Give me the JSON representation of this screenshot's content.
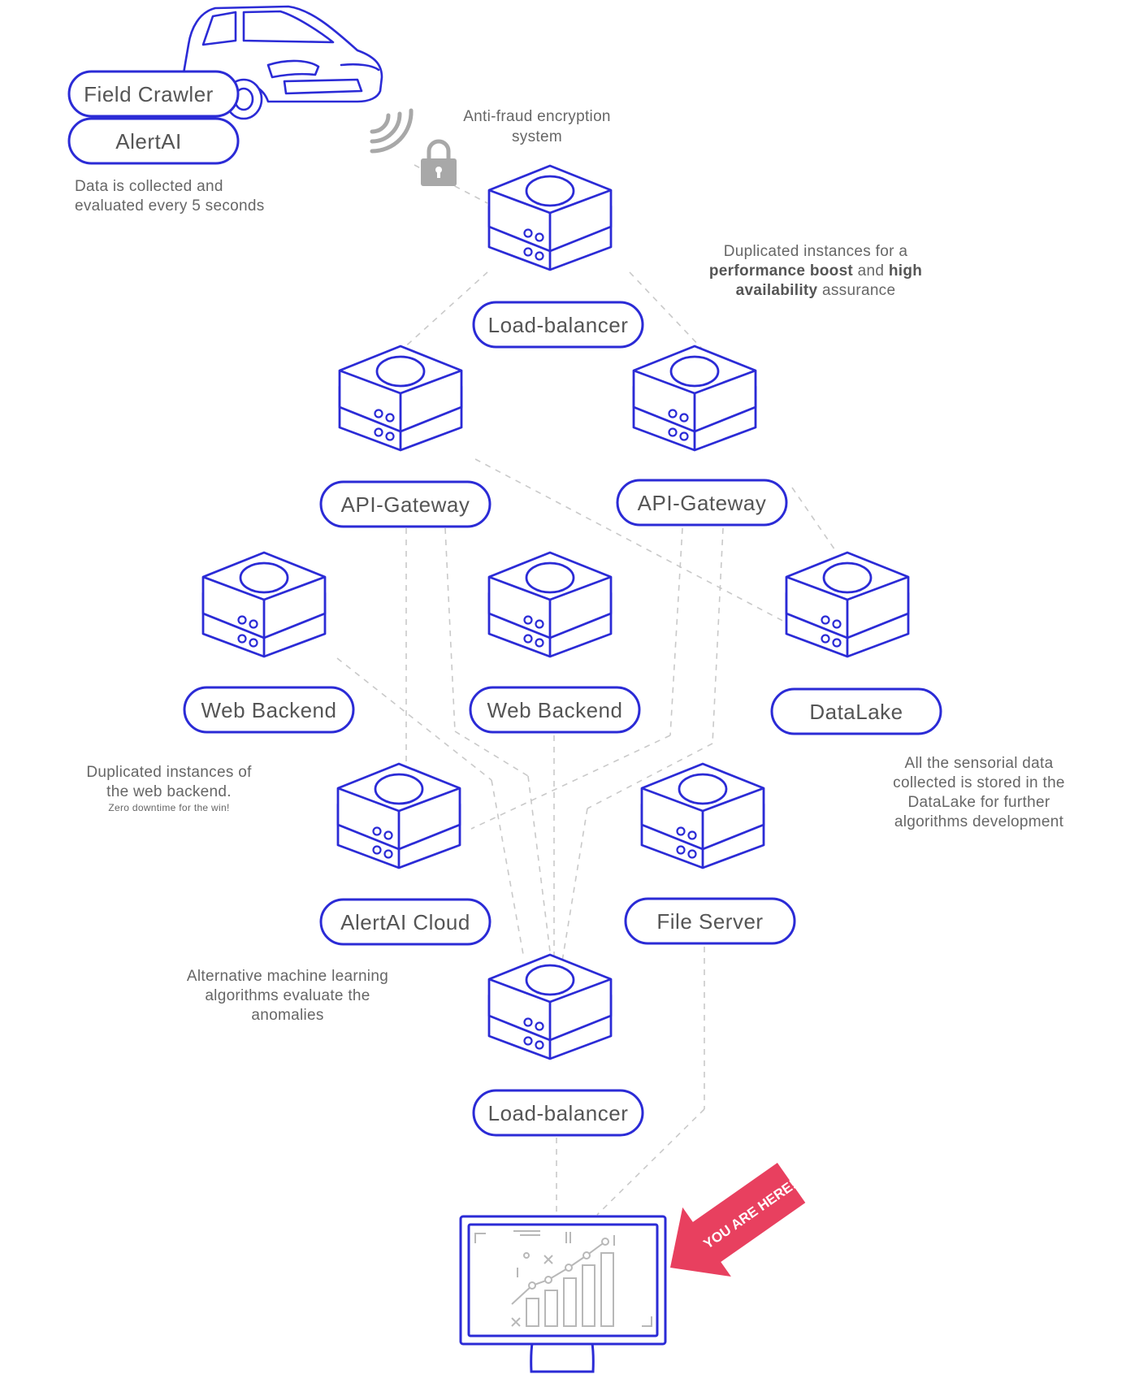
{
  "nodes": {
    "field_crawler": "Field Crawler",
    "alertai": "AlertAI",
    "load_balancer_top": "Load-balancer",
    "api_gateway_left": "API-Gateway",
    "api_gateway_right": "API-Gateway",
    "web_backend_left": "Web Backend",
    "web_backend_center": "Web Backend",
    "datalake": "DataLake",
    "alertai_cloud": "AlertAI Cloud",
    "file_server": "File Server",
    "load_balancer_bottom": "Load-balancer"
  },
  "notes": {
    "collection": [
      "Data is collected and",
      "evaluated every 5 seconds"
    ],
    "encryption": [
      "Anti-fraud encryption",
      "system"
    ],
    "duplicated_instances": {
      "line1": "Duplicated instances for a",
      "line2_bold_a": "performance boost",
      "line2_plain": " and ",
      "line2_bold_b": "high",
      "line3_bold": "availability",
      "line3_plain": " assurance"
    },
    "web_backend": [
      "Duplicated instances of",
      "the web backend."
    ],
    "web_backend_small": "Zero downtime for the win!",
    "datalake": [
      "All the sensorial data",
      "collected is stored in the",
      "DataLake for further",
      "algorithms development"
    ],
    "ml": [
      "Alternative machine learning",
      "algorithms evaluate the",
      "anomalies"
    ]
  },
  "badge": "YOU ARE HERE!",
  "colors": {
    "accent": "#2b2bd6",
    "arrow": "#e8405f",
    "connector": "#c9c9c9",
    "lock": "#a8a8a8"
  },
  "icons": [
    "car-icon",
    "signal-icon",
    "lock-icon",
    "server-icon",
    "monitor-icon",
    "arrow-icon"
  ]
}
